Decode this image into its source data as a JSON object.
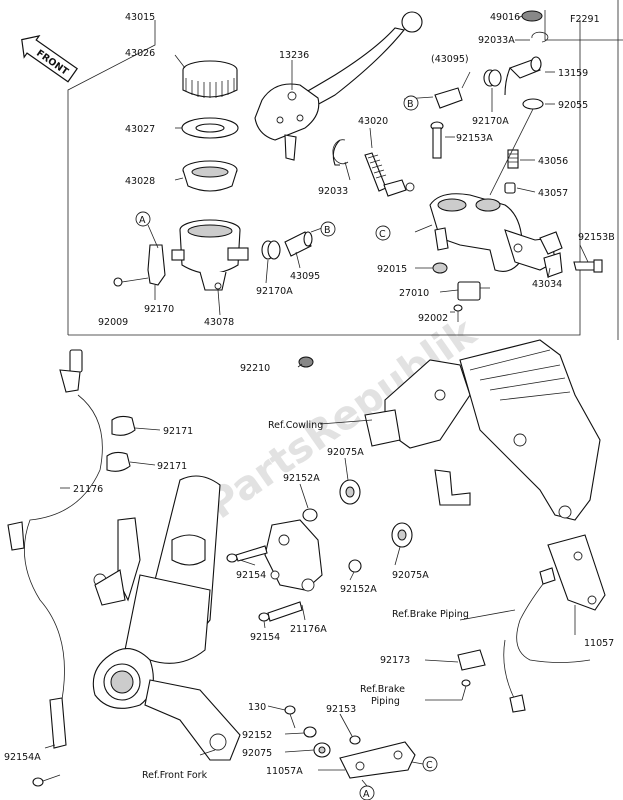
{
  "diagram_id": "F2291",
  "watermark": "PartsRepublik",
  "front_arrow": "FRONT",
  "callouts": {
    "a": "A",
    "b": "B",
    "c": "C"
  },
  "labels": {
    "p43015": "43015",
    "p43026": "43026",
    "p43027": "43027",
    "p43028": "43028",
    "p13236": "13236",
    "p43095_paren": "(43095)",
    "p49016": "49016",
    "p92033A_top": "92033A",
    "p13159": "13159",
    "p92055": "92055",
    "p92170A_top": "92170A",
    "p43020": "43020",
    "p92153A": "92153A",
    "p92033": "92033",
    "p43056": "43056",
    "p43057": "43057",
    "p92153B": "92153B",
    "p92015": "92015",
    "p27010": "27010",
    "p92002": "92002",
    "p43034": "43034",
    "p92009": "92009",
    "p92170": "92170",
    "p43078": "43078",
    "p92170A_mid": "92170A",
    "p43095": "43095",
    "p92210": "92210",
    "p92171_a": "92171",
    "p92171_b": "92171",
    "p21176": "21176",
    "p92152A_a": "92152A",
    "p92075A_a": "92075A",
    "p92154_a": "92154",
    "p92154_b": "92154",
    "p21176A": "21176A",
    "p92152A_b": "92152A",
    "p92075A_b": "92075A",
    "p11057_r": "11057",
    "p92173": "92173",
    "p92154A": "92154A",
    "p130": "130",
    "p92152": "92152",
    "p92075": "92075",
    "p11057A": "11057A",
    "p92153": "92153",
    "ref_cowling": "Ref.Cowling",
    "ref_brake_piping_1": "Ref.Brake Piping",
    "ref_brake_piping_2a": "Ref.Brake",
    "ref_brake_piping_2b": "Piping",
    "ref_front_fork": "Ref.Front Fork"
  }
}
